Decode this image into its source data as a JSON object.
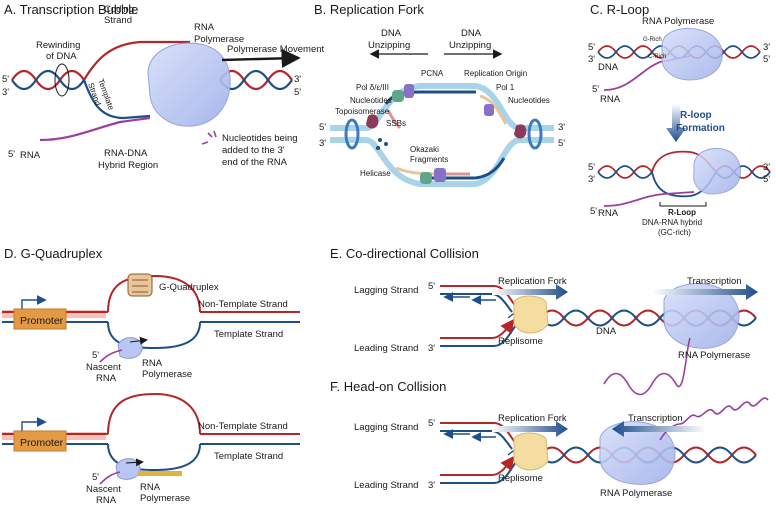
{
  "panels": {
    "a": {
      "title": "A. Transcription Bubble",
      "rewinding": [
        "Rewinding",
        "of DNA"
      ],
      "coding_strand": [
        "Coding",
        "Strand"
      ],
      "rna_polymerase": [
        "RNA",
        "Polymerase"
      ],
      "polymerase_movement": "Polymerase Movement",
      "template_strand": [
        "Template",
        "Strand"
      ],
      "five_prime": "5'",
      "three_prime": "3'",
      "rna": "RNA",
      "hybrid_region": [
        "RNA-DNA",
        "Hybrid Region"
      ],
      "nucleotides_note": [
        "Nucleotides being",
        "added to the 3'",
        "end of the RNA"
      ]
    },
    "b": {
      "title": "B. Replication Fork",
      "dna_unzipping": [
        "DNA",
        "Unzipping"
      ],
      "pcna": "PCNA",
      "replication_origin": "Replication Origin",
      "pol_delta": "Pol δ/ε/III",
      "pol_1": "Pol 1",
      "nucleotides": "Nucleotides",
      "topoisomerase": "Topoisomerase",
      "ssbs": "SSBs",
      "helicase": "Helicase",
      "okazaki": [
        "Okazaki",
        "Fragments"
      ],
      "five_prime": "5'",
      "three_prime": "3'"
    },
    "c": {
      "title": "C. R-Loop",
      "rna_polymerase": "RNA Polymerase",
      "dna": "DNA",
      "rna": "RNA",
      "g_rich": "G-Rich",
      "c_rich": "C-Rich",
      "r_loop_formation": [
        "R-loop",
        "Formation"
      ],
      "r_loop": "R-Loop",
      "hybrid": [
        "DNA-RNA hybrid",
        "(GC-rich)"
      ],
      "five_prime": "5'",
      "three_prime": "3'"
    },
    "d": {
      "title": "D. G-Quadruplex",
      "promoter": "Promoter",
      "g_quadruplex": "G-Quadruplex",
      "non_template": "Non-Template Strand",
      "template": "Template Strand",
      "nascent_rna": [
        "Nascent",
        "RNA"
      ],
      "rna_polymerase": [
        "RNA",
        "Polymerase"
      ],
      "five_prime": "5'"
    },
    "e": {
      "title": "E. Co-directional Collision",
      "lagging": "Lagging Strand",
      "leading": "Leading Strand",
      "replication_fork": "Replication Fork",
      "transcription": "Transcription",
      "replisome": "Replisome",
      "dna": "DNA",
      "rna_polymerase": "RNA Polymerase",
      "five_prime": "5'",
      "three_prime": "3'"
    },
    "f": {
      "title": "F. Head-on Collision",
      "lagging": "Lagging Strand",
      "leading": "Leading Strand",
      "replication_fork": "Replication Fork",
      "transcription": "Transcription",
      "replisome": "Replisome",
      "rna_polymerase": "RNA Polymerase",
      "five_prime": "5'",
      "three_prime": "3'"
    }
  },
  "colors": {
    "dna_red": "#b3262a",
    "dna_blue": "#1d4f86",
    "rna_purple": "#9b3f9e",
    "polymerase": "#b9c6f2",
    "promoter": "#e39a45",
    "arrow_navy": "#1f4e8c",
    "light_blue": "#a9d3e8",
    "fragment_tan": "#e8c69a",
    "fragment_pink": "#d99594"
  }
}
